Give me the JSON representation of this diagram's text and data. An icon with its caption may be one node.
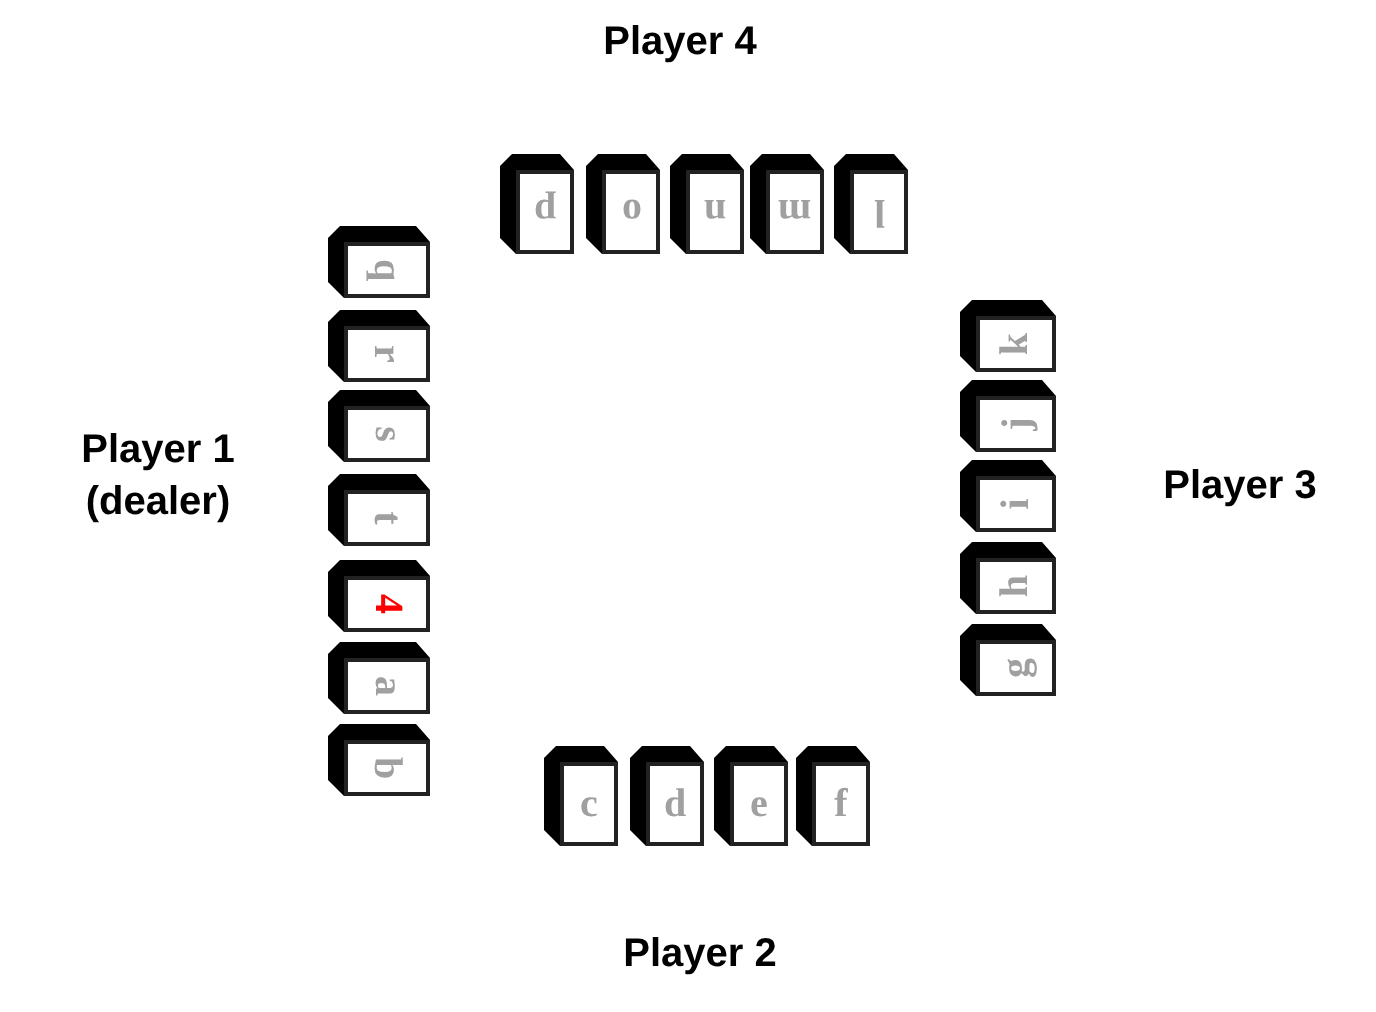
{
  "diagram": {
    "nodes": [
      {
        "text": [
          "p"
        ]
      },
      {
        "text": [
          "o"
        ]
      },
      {
        "text": [
          "n"
        ]
      },
      {
        "text": [
          "m"
        ]
      },
      {
        "text": [
          "l"
        ]
      },
      {
        "text": [
          "q"
        ]
      },
      {
        "text": [
          "r"
        ]
      },
      {
        "text": [
          "s"
        ]
      },
      {
        "text": [
          "t"
        ]
      },
      {
        "text": [
          "4"
        ]
      },
      {
        "text": [
          "a"
        ]
      },
      {
        "text": [
          "b"
        ]
      },
      {
        "text": [
          "k"
        ]
      },
      {
        "text": [
          "j"
        ]
      },
      {
        "text": [
          "i"
        ]
      },
      {
        "text": [
          "h"
        ]
      },
      {
        "text": [
          "g"
        ]
      },
      {
        "text": [
          "c"
        ]
      },
      {
        "text": [
          "d"
        ]
      },
      {
        "text": [
          "e"
        ]
      },
      {
        "text": [
          "f"
        ]
      }
    ],
    "labels": [
      "Player 4",
      "Player 1 (dealer)",
      "Player 3",
      "Player 2"
    ]
  }
}
